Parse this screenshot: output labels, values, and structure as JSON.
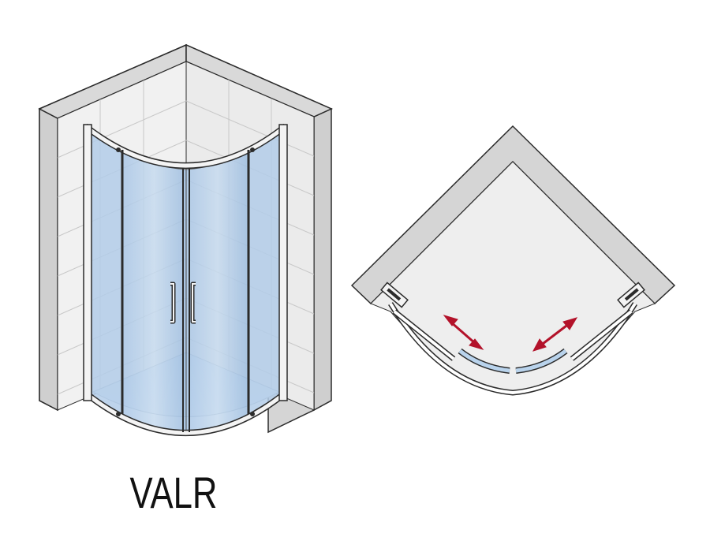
{
  "product": {
    "model_label": "VALR"
  },
  "colors": {
    "wall_fill": "#d8d8d8",
    "wall_stroke": "#2b2b2b",
    "tile_bg": "#f0f0f0",
    "tile_line": "#c9c9c9",
    "glass": "#b9d3ec",
    "glass_dark": "#8fb3d8",
    "frame": "#e8e8e8",
    "arrow": "#b3122a",
    "plan_floor": "#eeeeee",
    "plan_door": "#b9d3ec"
  },
  "icons": {
    "rotation_arrow_left": "double-headed-arrow",
    "rotation_arrow_right": "double-headed-arrow"
  }
}
